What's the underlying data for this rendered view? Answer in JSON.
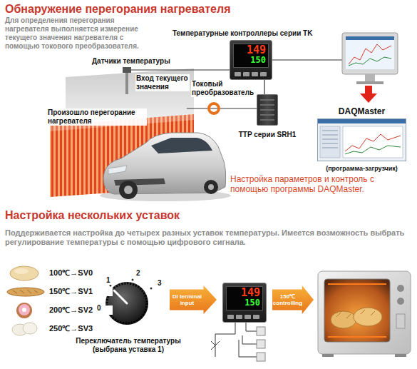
{
  "diagram": {
    "nodes": [
      {
        "text": [
          "Температурные контроллеры серии TK",
          "149",
          "150"
        ]
      },
      {
        "text": [
          "TTP серии SRH1"
        ]
      },
      {
        "text": [
          "DAQMaster",
          "(программа-загрузчик)"
        ]
      },
      {
        "text": [
          "DI terminal input"
        ]
      },
      {
        "text": [
          "149",
          "150"
        ]
      },
      {
        "text": [
          "150℃ controlling"
        ]
      }
    ],
    "edges": [
      {
        "from": 0,
        "to": 1,
        "arrow": "none"
      }
    ],
    "labels": [
      "Обнаружение перегорания нагревателя",
      "Для определения перегорания нагревателя выполняется измерение текущего значения нагревателя с помощью токового преобразователя.",
      "Датчики температуры",
      "Вход текущего значения",
      "Токовый преобразователь",
      "Произошло перегорание нагревателя",
      "Настройка параметров и контроль с помощью программы DAQMaster.",
      "Настройка нескольких уставок",
      "Поддерживается настройка до четырех разных уставок температуры. Имеется возможность выбрать регулирование температуры с помощью цифрового сигнала.",
      "100℃→SV0",
      "150℃→SV1",
      "200℃→SV2",
      "250℃→SV3",
      "0",
      "1",
      "2",
      "3",
      "Переключатель температуры (выбрана уставка 1)"
    ]
  }
}
